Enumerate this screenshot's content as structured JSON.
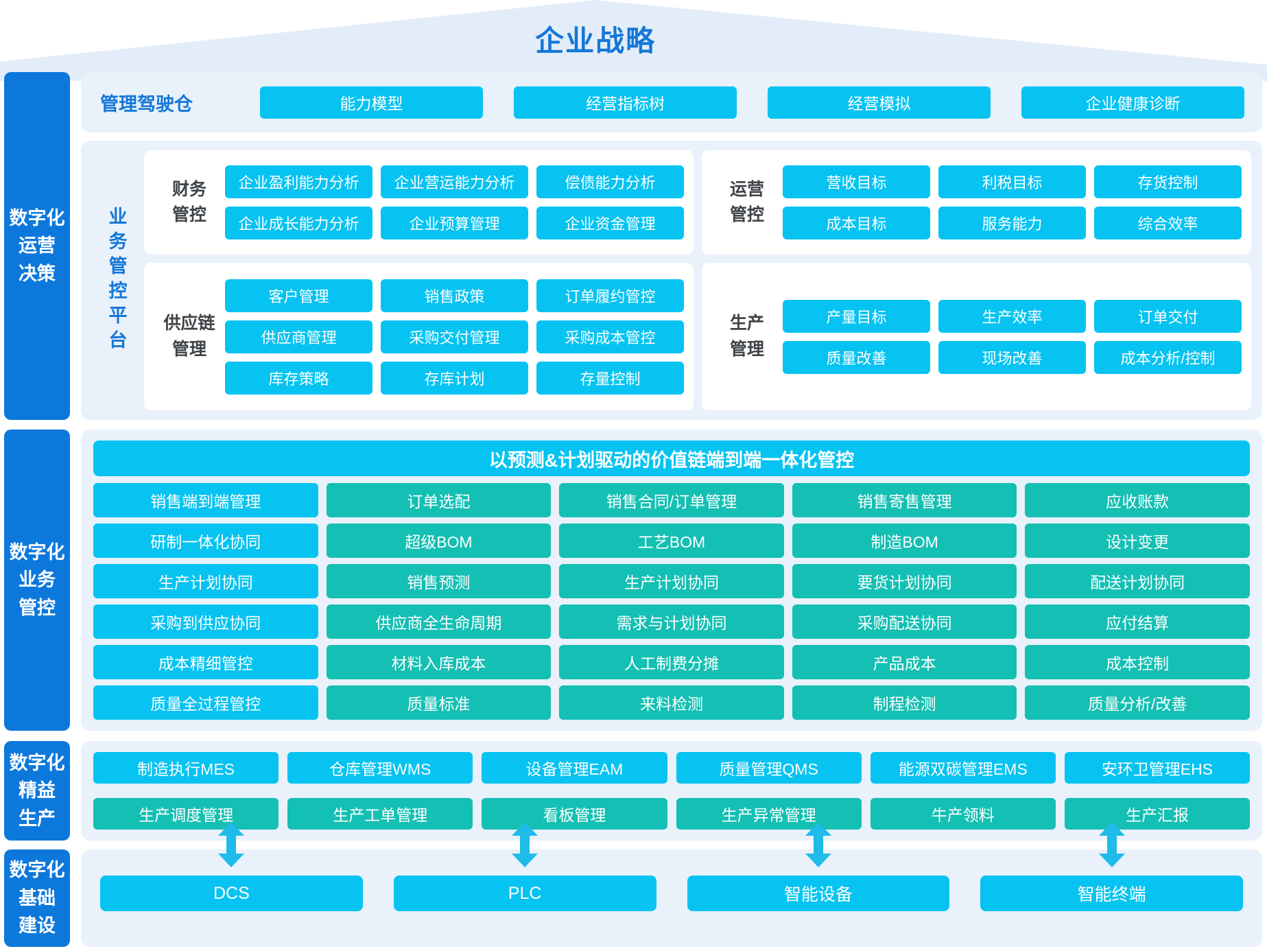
{
  "title": "企业战略",
  "colors": {
    "accent_blue": "#0d78dc",
    "label_blue": "#1377d8",
    "cyan_button": "#06c3f1",
    "teal_button": "#14bfb3",
    "panel_bg": "#e9f1fb",
    "roof_bg": "#e3edf9",
    "label_dark": "#3f4347",
    "arrow_cyan": "#1fbbe9"
  },
  "sidebar": {
    "sections": [
      {
        "label": "数字化\n运营\n决策"
      },
      {
        "label": "数字化\n业务\n管控"
      },
      {
        "label": "数字化\n精益\n生产"
      },
      {
        "label": "数字化\n基础\n建设"
      }
    ]
  },
  "cockpit": {
    "label": "管理驾驶仓",
    "buttons": [
      "能力模型",
      "经营指标树",
      "经营模拟",
      "企业健康诊断"
    ]
  },
  "platform": {
    "label": "业务管控平台",
    "groups": [
      {
        "label": "财务\n管控",
        "buttons": [
          "企业盈利能力分析",
          "企业营运能力分析",
          "偿债能力分析",
          "企业成长能力分析",
          "企业预算管理",
          "企业资金管理"
        ]
      },
      {
        "label": "运营\n管控",
        "buttons": [
          "营收目标",
          "利税目标",
          "存货控制",
          "成本目标",
          "服务能力",
          "综合效率"
        ]
      },
      {
        "label": "供应链\n管理",
        "buttons": [
          "客户管理",
          "销售政策",
          "订单履约管控",
          "供应商管理",
          "采购交付管理",
          "采购成本管控",
          "库存策略",
          "存库计划",
          "存量控制"
        ]
      },
      {
        "label": "生产\n管理",
        "buttons": [
          "产量目标",
          "生产效率",
          "订单交付",
          "质量改善",
          "现场改善",
          "成本分析/控制"
        ]
      }
    ]
  },
  "value_chain": {
    "header": "以预测&计划驱动的价值链端到端一体化管控",
    "rows": [
      [
        "销售端到端管理",
        "订单选配",
        "销售合同/订单管理",
        "销售寄售管理",
        "应收账款"
      ],
      [
        "研制一体化协同",
        "超级BOM",
        "工艺BOM",
        "制造BOM",
        "设计变更"
      ],
      [
        "生产计划协同",
        "销售预测",
        "生产计划协同",
        "要货计划协同",
        "配送计划协同"
      ],
      [
        "采购到供应协同",
        "供应商全生命周期",
        "需求与计划协同",
        "采购配送协同",
        "应付结算"
      ],
      [
        "成本精细管控",
        "材料入库成本",
        "人工制费分摊",
        "产品成本",
        "成本控制"
      ],
      [
        "质量全过程管控",
        "质量标准",
        "来料检测",
        "制程检测",
        "质量分析/改善"
      ]
    ]
  },
  "lean_production": {
    "row1": [
      "制造执行MES",
      "仓库管理WMS",
      "设备管理EAM",
      "质量管理QMS",
      "能源双碳管理EMS",
      "安环卫管理EHS"
    ],
    "row2": [
      "生产调度管理",
      "生产工单管理",
      "看板管理",
      "生产异常管理",
      "牛产领料",
      "生产汇报"
    ]
  },
  "foundation": {
    "buttons": [
      "DCS",
      "PLC",
      "智能设备",
      "智能终端"
    ]
  }
}
